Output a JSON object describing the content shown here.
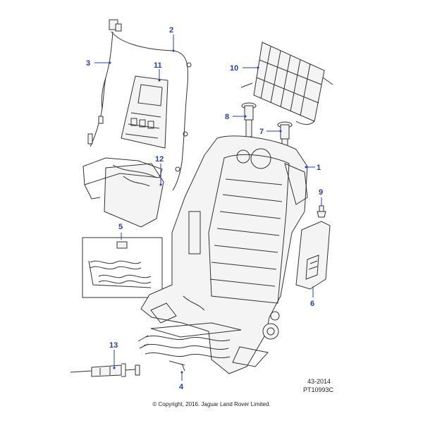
{
  "callouts": [
    {
      "id": "1",
      "label": "1"
    },
    {
      "id": "2",
      "label": "2"
    },
    {
      "id": "3",
      "label": "3"
    },
    {
      "id": "4",
      "label": "4"
    },
    {
      "id": "5",
      "label": "5"
    },
    {
      "id": "6",
      "label": "6"
    },
    {
      "id": "7",
      "label": "7"
    },
    {
      "id": "8",
      "label": "8"
    },
    {
      "id": "9",
      "label": "9"
    },
    {
      "id": "10",
      "label": "10"
    },
    {
      "id": "11",
      "label": "11"
    },
    {
      "id": "12",
      "label": "12"
    },
    {
      "id": "13",
      "label": "13"
    }
  ],
  "reference": {
    "figure_number": "43-2014",
    "part_code": "PT10993C"
  },
  "footer": {
    "copyright": "© Copyright, 2016. Jaguar Land Rover Limited."
  },
  "colors": {
    "callout": "#1f3fbf",
    "line_art": "#333333"
  }
}
